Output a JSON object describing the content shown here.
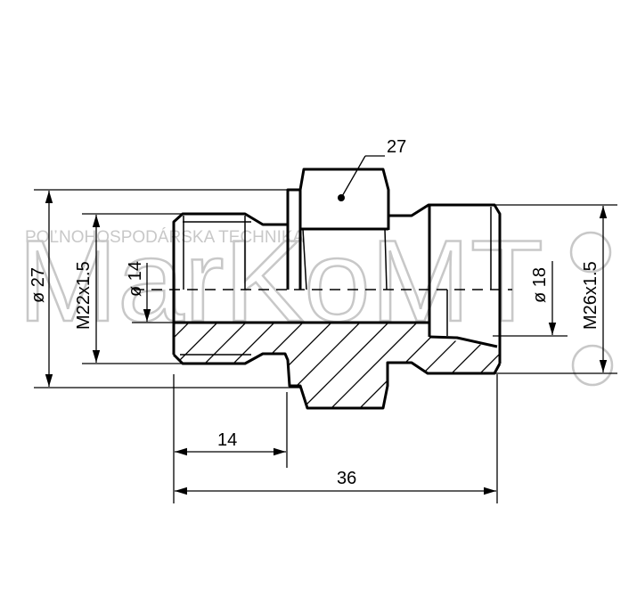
{
  "watermark": {
    "tagline": "POĽNOHOSPODÁRSKA TECHNIKA",
    "brand": "MarKoMT",
    "registered": "®"
  },
  "dimensions": {
    "wrench_size": "27",
    "outer_diameter": "ø 27",
    "left_thread": "M22x1.5",
    "left_bore": "ø 14",
    "right_bore": "ø 18",
    "right_thread": "M26x1.5",
    "left_length": "14",
    "total_length": "36"
  }
}
